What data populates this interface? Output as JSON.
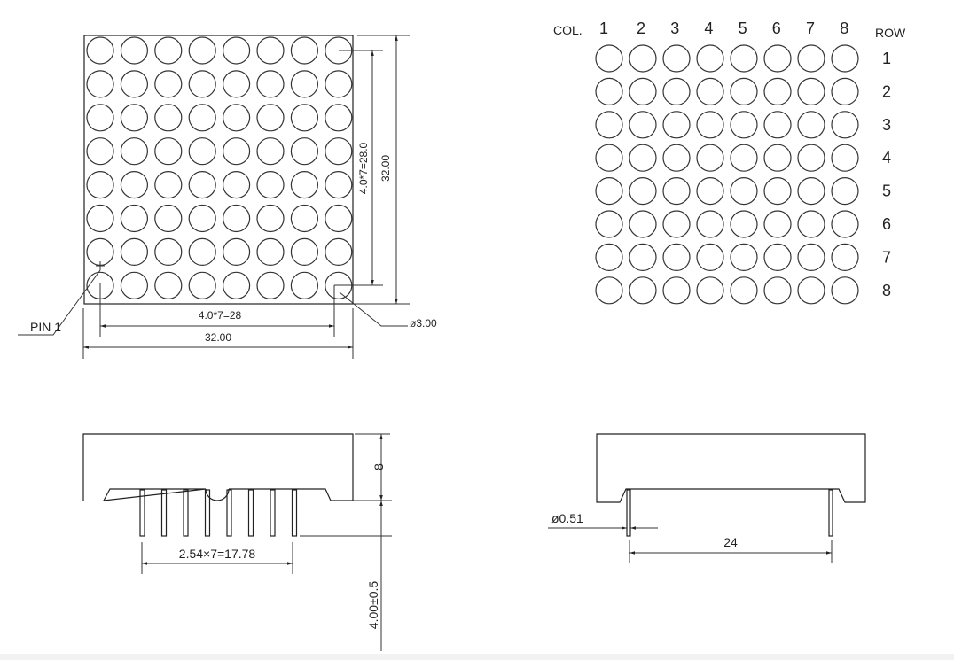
{
  "front_view": {
    "pin1_label": "PIN 1",
    "pitch_h_label": "4.0*7=28",
    "width_label": "32.00",
    "pitch_v_label": "4.0*7=28.0",
    "height_label": "32.00",
    "diameter_label": "ø3.00",
    "rows": 8,
    "cols": 8
  },
  "schematic": {
    "col_prefix": "COL.",
    "col_labels": [
      "1",
      "2",
      "3",
      "4",
      "5",
      "6",
      "7",
      "8"
    ],
    "row_header": "ROW",
    "row_labels": [
      "1",
      "2",
      "3",
      "4",
      "5",
      "6",
      "7",
      "8"
    ]
  },
  "side_view_left": {
    "body_height_label": "8",
    "pin_pitch_label": "2.54×7=17.78",
    "pin_length_label": "4.00±0.5",
    "pins": 8
  },
  "side_view_right": {
    "pin_diameter_label": "ø0.51",
    "pin_span_label": "24"
  }
}
